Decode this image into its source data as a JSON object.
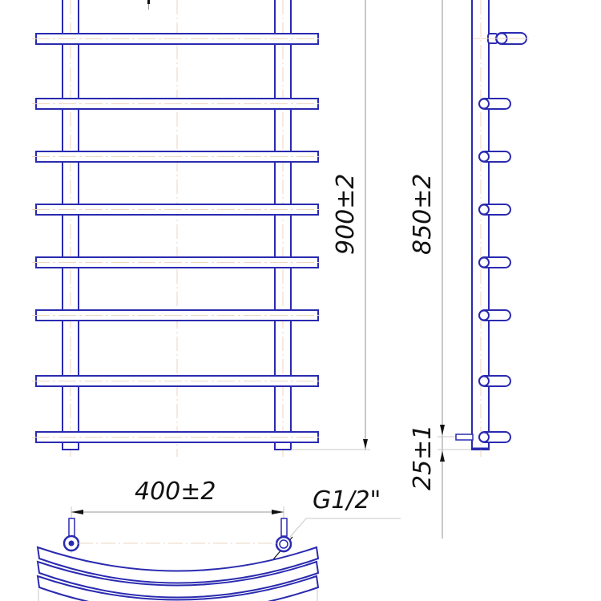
{
  "drawing": {
    "subject": "Curved ladder towel rail — technical drawing",
    "colors": {
      "outline": "#2a2ab0",
      "centerline": "#e8c8a8",
      "dimension": "#c8c8c8",
      "text": "#111111"
    }
  },
  "front_view": {
    "crossbar_count": 8,
    "crossbar_y": [
      48,
      130,
      196,
      262,
      328,
      394,
      476,
      546
    ]
  },
  "side_view": {
    "hook_y": [
      48,
      130,
      196,
      262,
      328,
      394,
      476,
      546
    ]
  },
  "dimensions": {
    "overall_height": "900±2",
    "connection_height": "850±2",
    "bottom_offset": "25±1",
    "connection_spacing": "400±2",
    "thread": "G1/2\""
  }
}
